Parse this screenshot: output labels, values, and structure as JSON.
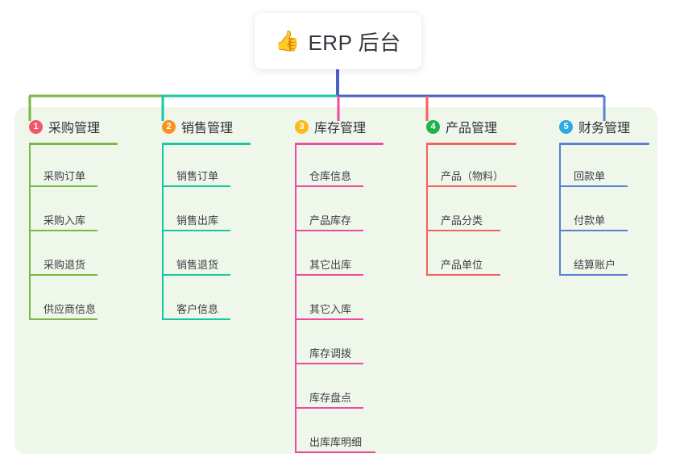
{
  "diagram": {
    "title": "ERP 后台",
    "root": {
      "icon": "thumbs-up-emoji",
      "glyph": "👍",
      "label": "ERP 后台"
    },
    "panel_color": "#eef7e9",
    "trunk_color": "#4c5fc4",
    "columns": [
      {
        "index": "1",
        "label": "采购管理",
        "badge_color": "#f4546c",
        "line_color": "#7ab648",
        "items": [
          "采购订单",
          "采购入库",
          "采购退货",
          "供应商信息"
        ]
      },
      {
        "index": "2",
        "label": "销售管理",
        "badge_color": "#f7921e",
        "line_color": "#17c7a4",
        "items": [
          "销售订单",
          "销售出库",
          "销售退货",
          "客户信息"
        ]
      },
      {
        "index": "3",
        "label": "库存管理",
        "badge_color": "#f9ba1b",
        "line_color": "#ef4aa0",
        "items": [
          "仓库信息",
          "产品库存",
          "其它出库",
          "其它入库",
          "库存调拨",
          "库存盘点",
          "出库库明细"
        ]
      },
      {
        "index": "4",
        "label": "产品管理",
        "badge_color": "#22b14c",
        "line_color": "#f4615c",
        "items": [
          "产品（物料）",
          "产品分类",
          "产品单位"
        ]
      },
      {
        "index": "5",
        "label": "财务管理",
        "badge_color": "#2aaae1",
        "line_color": "#5a7fd4",
        "items": [
          "回款单",
          "付款单",
          "结算账户"
        ]
      }
    ]
  }
}
